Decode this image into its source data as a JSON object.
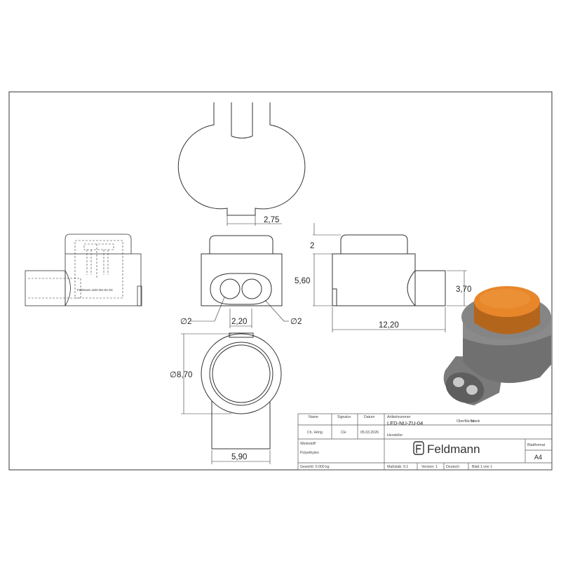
{
  "dimensions": {
    "top_slot_width": "2,75",
    "cap_height": "2",
    "body_height": "5,60",
    "hole_diameter_left": "∅2",
    "hole_diameter_right": "∅2",
    "hole_spacing": "2,20",
    "side_length": "12,20",
    "tube_height": "3,70",
    "ring_diameter": "∅8,70",
    "bottom_width": "5,90"
  },
  "part_label": "Feldmann LED-NU-ZU-04",
  "title_block": {
    "headers": {
      "name": "Name",
      "signature": "Signatur",
      "date": "Datum",
      "article_number": "Artikelnummer",
      "surface": "Oberfläche:",
      "surface_value": "blank"
    },
    "author": "Ch. Hörig",
    "signature": "CH",
    "date": "05.03.2026",
    "article_number": "LED-NU-ZU-04",
    "material_label": "Werkstoff:",
    "material_value": "Polyethylen",
    "manufacturer_label": "Hersteller",
    "company": "Feldmann",
    "format_label": "Blattformat",
    "format_value": "A4",
    "weight": "Gewicht: 0.000 kg",
    "scale": "Maßstab: 5:1",
    "version": "Version: 1",
    "language": "Deutsch",
    "sheet": "Blatt 1 von 1"
  },
  "colors": {
    "cap": "#e8862a",
    "body": "#6e6e6e",
    "line": "#333333"
  }
}
